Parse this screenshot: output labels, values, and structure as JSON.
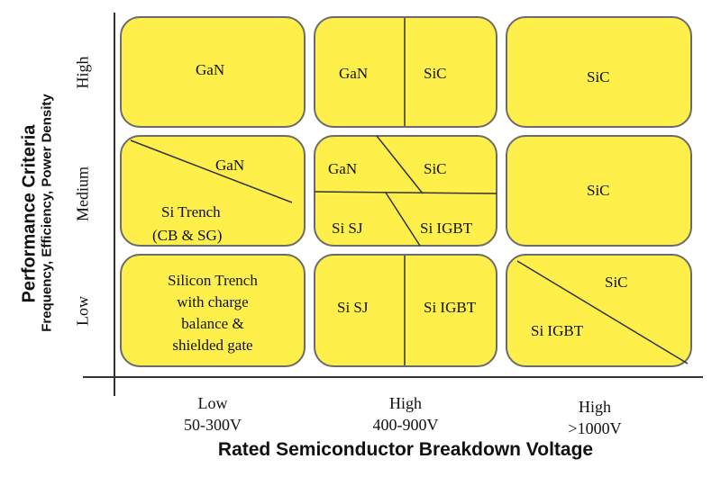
{
  "axes": {
    "y_title": "Performance Criteria",
    "y_subtitle": "Frequency, Efficiency, Power Density",
    "y_levels": [
      "High",
      "Medium",
      "Low"
    ],
    "x_title": "Rated Semiconductor Breakdown Voltage",
    "x_levels": [
      {
        "name": "Low",
        "range": "50-300V"
      },
      {
        "name": "High",
        "range": "400-900V"
      },
      {
        "name": "High",
        "range": ">1000V"
      }
    ]
  },
  "cells": {
    "r1c1": {
      "a": "GaN"
    },
    "r1c2": {
      "a": "GaN",
      "b": "SiC"
    },
    "r1c3": {
      "a": "SiC"
    },
    "r2c1": {
      "a": "GaN",
      "b": "Si Trench",
      "c": "(CB & SG)"
    },
    "r2c2": {
      "a": "GaN",
      "b": "SiC",
      "c": "Si SJ",
      "d": "Si IGBT"
    },
    "r2c3": {
      "a": "SiC"
    },
    "r3c1": {
      "a": "Silicon Trench",
      "b": "with charge",
      "c": "balance &",
      "d": "shielded gate"
    },
    "r3c2": {
      "a": "Si SJ",
      "b": "Si IGBT"
    },
    "r3c3": {
      "a": "SiC",
      "b": "Si IGBT"
    }
  },
  "colors": {
    "cell_fill": "#ffef4a",
    "cell_border": "#6b6b6b"
  }
}
